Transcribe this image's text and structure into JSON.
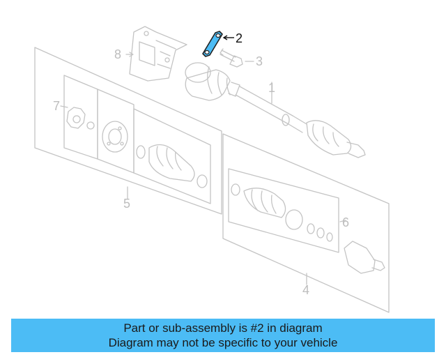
{
  "diagram": {
    "callouts": [
      {
        "id": "1",
        "label": "1"
      },
      {
        "id": "2",
        "label": "2",
        "highlighted": true
      },
      {
        "id": "3",
        "label": "3"
      },
      {
        "id": "4",
        "label": "4"
      },
      {
        "id": "5",
        "label": "5"
      },
      {
        "id": "6",
        "label": "6"
      },
      {
        "id": "7",
        "label": "7"
      },
      {
        "id": "8",
        "label": "8"
      }
    ],
    "highlight_color": "#4cbcf5",
    "line_color": "#c4c4c4"
  },
  "banner": {
    "line1": "Part or sub-assembly is #2 in diagram",
    "line2": "Diagram may not be specific to your vehicle",
    "background": "#4cbcf5"
  }
}
